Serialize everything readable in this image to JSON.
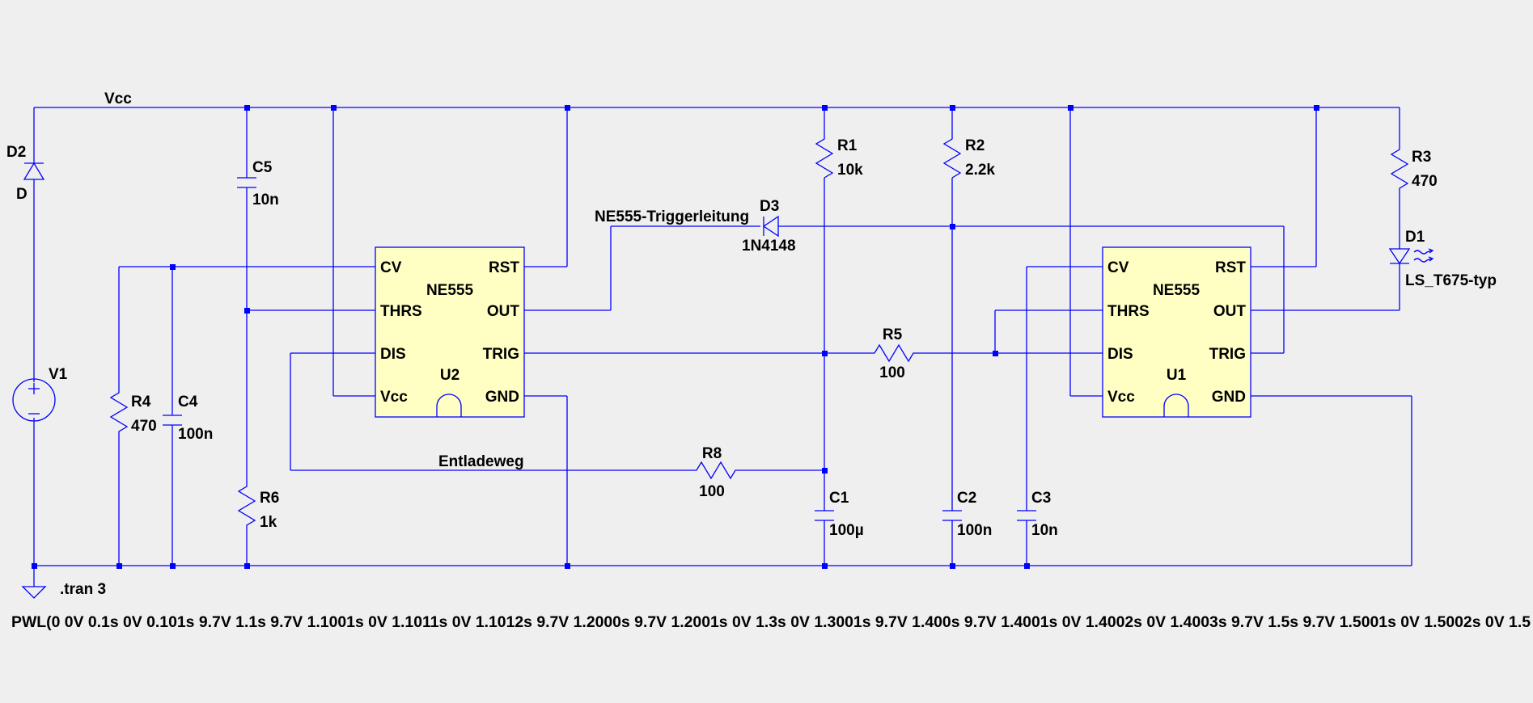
{
  "directive": ".tran 3",
  "pwl_source": "PWL(0 0V 0.1s 0V 0.101s 9.7V 1.1s 9.7V 1.1001s 0V 1.1011s 0V 1.1012s 9.7V 1.2000s 9.7V 1.2001s 0V 1.3s 0V 1.3001s 9.7V 1.400s 9.7V 1.4001s 0V 1.4002s 0V 1.4003s 9.7V 1.5s 9.7V 1.5001s 0V 1.5002s 0V 1.5",
  "nets": {
    "vcc": "Vcc",
    "trigger_line": "NE555-Triggerleitung",
    "discharge_path": "Entladeweg"
  },
  "chips": {
    "u2": {
      "ref": "U2",
      "type": "NE555",
      "pins": {
        "cv": "CV",
        "rst": "RST",
        "thrs": "THRS",
        "out": "OUT",
        "dis": "DIS",
        "trig": "TRIG",
        "vcc": "Vcc",
        "gnd": "GND"
      }
    },
    "u1": {
      "ref": "U1",
      "type": "NE555",
      "pins": {
        "cv": "CV",
        "rst": "RST",
        "thrs": "THRS",
        "out": "OUT",
        "dis": "DIS",
        "trig": "TRIG",
        "vcc": "Vcc",
        "gnd": "GND"
      }
    }
  },
  "components": {
    "d2": {
      "ref": "D2",
      "value": "D"
    },
    "v1": {
      "ref": "V1"
    },
    "c5": {
      "ref": "C5",
      "value": "10n"
    },
    "r4": {
      "ref": "R4",
      "value": "470"
    },
    "c4": {
      "ref": "C4",
      "value": "100n"
    },
    "r6": {
      "ref": "R6",
      "value": "1k"
    },
    "r1": {
      "ref": "R1",
      "value": "10k"
    },
    "r2": {
      "ref": "R2",
      "value": "2.2k"
    },
    "r3": {
      "ref": "R3",
      "value": "470"
    },
    "d3": {
      "ref": "D3",
      "value": "1N4148"
    },
    "d1": {
      "ref": "D1",
      "value": "LS_T675-typ"
    },
    "r5": {
      "ref": "R5",
      "value": "100"
    },
    "r8": {
      "ref": "R8",
      "value": "100"
    },
    "c1": {
      "ref": "C1",
      "value": "100µ"
    },
    "c2": {
      "ref": "C2",
      "value": "100n"
    },
    "c3": {
      "ref": "C3",
      "value": "10n"
    }
  }
}
